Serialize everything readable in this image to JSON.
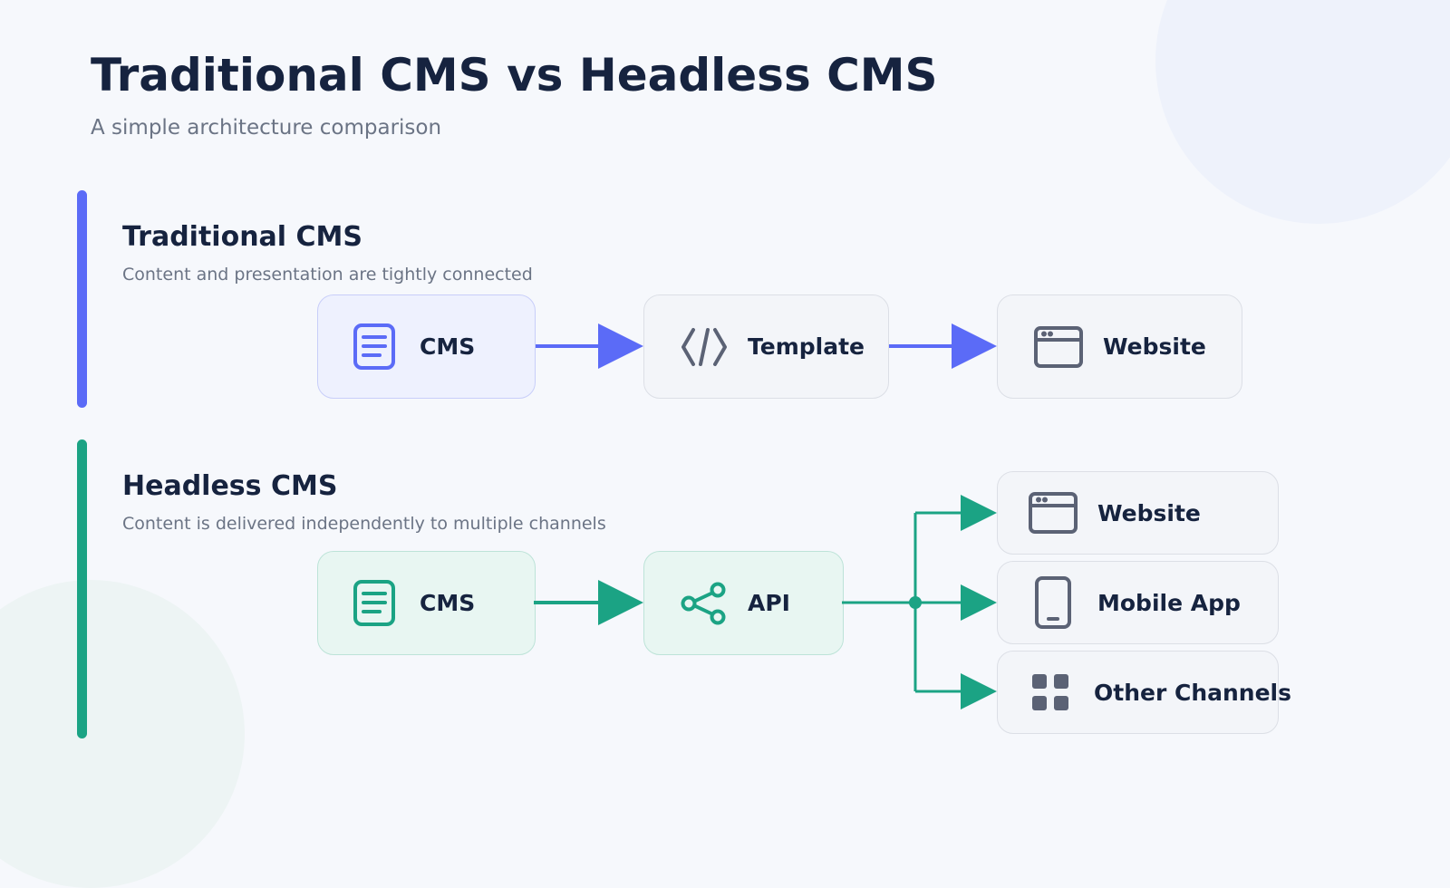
{
  "header": {
    "title": "Traditional CMS vs Headless CMS",
    "subtitle": "A simple architecture comparison"
  },
  "traditional": {
    "title": "Traditional CMS",
    "description": "Content and presentation are tightly connected",
    "accent_color": "#5b6bf7",
    "nodes": [
      {
        "label": "CMS",
        "icon": "document-icon"
      },
      {
        "label": "Template",
        "icon": "code-icon"
      },
      {
        "label": "Website",
        "icon": "browser-window-icon"
      }
    ]
  },
  "headless": {
    "title": "Headless CMS",
    "description": "Content is delivered independently to multiple channels",
    "accent_color": "#1ba384",
    "nodes": [
      {
        "label": "CMS",
        "icon": "document-icon"
      },
      {
        "label": "API",
        "icon": "share-icon"
      }
    ],
    "channels": [
      {
        "label": "Website",
        "icon": "browser-window-icon"
      },
      {
        "label": "Mobile App",
        "icon": "mobile-phone-icon"
      },
      {
        "label": "Other Channels",
        "icon": "grid-icon"
      }
    ]
  }
}
